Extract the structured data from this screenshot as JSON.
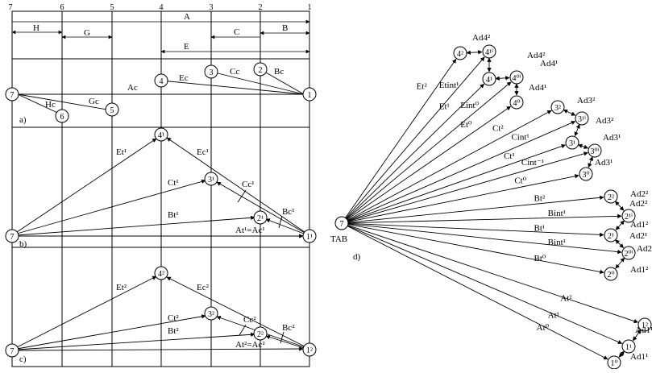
{
  "axis_numbers": [
    "7",
    "6",
    "5",
    "4",
    "3",
    "2",
    "1"
  ],
  "dimensions": {
    "A": "A",
    "B": "B",
    "C": "C",
    "E": "E",
    "G": "G",
    "H": "H"
  },
  "panel_a": {
    "tag": "a)",
    "edges": {
      "Ac": "Ac",
      "Ec": "Ec",
      "Cc": "Cc",
      "Bc": "Bc",
      "Gc": "Gc",
      "Hc": "Hc"
    },
    "nodes": [
      "7",
      "6",
      "5",
      "4",
      "3",
      "2",
      "1"
    ]
  },
  "panel_b": {
    "tag": "b)",
    "nodes": {
      "n7": "7",
      "n4": "4¹",
      "n3": "3¹",
      "n2": "2¹",
      "n1": "1¹"
    },
    "edges": {
      "E_t": "Et¹",
      "E_c": "Ec¹",
      "C_t": "Ct¹",
      "C_c": "Cc¹",
      "B_t": "Bt¹",
      "B_c": "Bc¹",
      "A": "At¹=Ac¹"
    }
  },
  "panel_c": {
    "tag": "c)",
    "nodes": {
      "n7": "7",
      "n4": "4²",
      "n3": "3²",
      "n2": "2²",
      "n1": "1²"
    },
    "edges": {
      "E_t": "Et²",
      "E_c": "Ec²",
      "C_t": "Ct²",
      "C_c": "Cc²",
      "B_t": "Bt²",
      "B_c": "Bc²",
      "A": "At²=Ac²"
    }
  },
  "panel_d": {
    "tag": "d)",
    "root": "7",
    "root_label": "TAB",
    "nodes": [
      {
        "id": "4_2",
        "label": "4²"
      },
      {
        "id": "4_1i",
        "label": "4¹ⁱ"
      },
      {
        "id": "4_1",
        "label": "4¹"
      },
      {
        "id": "4_0i",
        "label": "4⁰ⁱ"
      },
      {
        "id": "4_0",
        "label": "4⁰"
      },
      {
        "id": "3_2",
        "label": "3²"
      },
      {
        "id": "3_1i",
        "label": "3¹ⁱ"
      },
      {
        "id": "3_1",
        "label": "3¹"
      },
      {
        "id": "3_0i",
        "label": "3⁰ⁱ"
      },
      {
        "id": "3_0",
        "label": "3⁰"
      },
      {
        "id": "2_2",
        "label": "2²"
      },
      {
        "id": "2_1i",
        "label": "2¹ⁱ"
      },
      {
        "id": "2_1",
        "label": "2¹"
      },
      {
        "id": "2_0i",
        "label": "2⁰ⁱ"
      },
      {
        "id": "2_0",
        "label": "2⁰"
      },
      {
        "id": "1_2",
        "label": "1²"
      },
      {
        "id": "1_1",
        "label": "1¹"
      },
      {
        "id": "1_0",
        "label": "1⁰"
      }
    ],
    "ray_labels": [
      "Et²",
      "Etint¹",
      "Et¹",
      "Eint⁰",
      "Et⁰",
      "Ct²",
      "Cint¹",
      "Ct¹",
      "Cint⁻¹",
      "Ct⁰",
      "Bt²",
      "Bint¹",
      "Bt¹",
      "Bint¹",
      "Bt⁰",
      "At²",
      "At¹",
      "At⁰"
    ],
    "ad_labels": [
      "Ad4²",
      "Ad4²",
      "Ad4¹",
      "Ad4¹",
      "Ad3²",
      "Ad3²",
      "Ad3¹",
      "Ad3¹",
      "Ad2²",
      "Ad2²",
      "Ad1²",
      "Ad2¹",
      "Ad2¹",
      "Ad1²",
      "Ad1¹",
      "Ad1¹"
    ]
  }
}
